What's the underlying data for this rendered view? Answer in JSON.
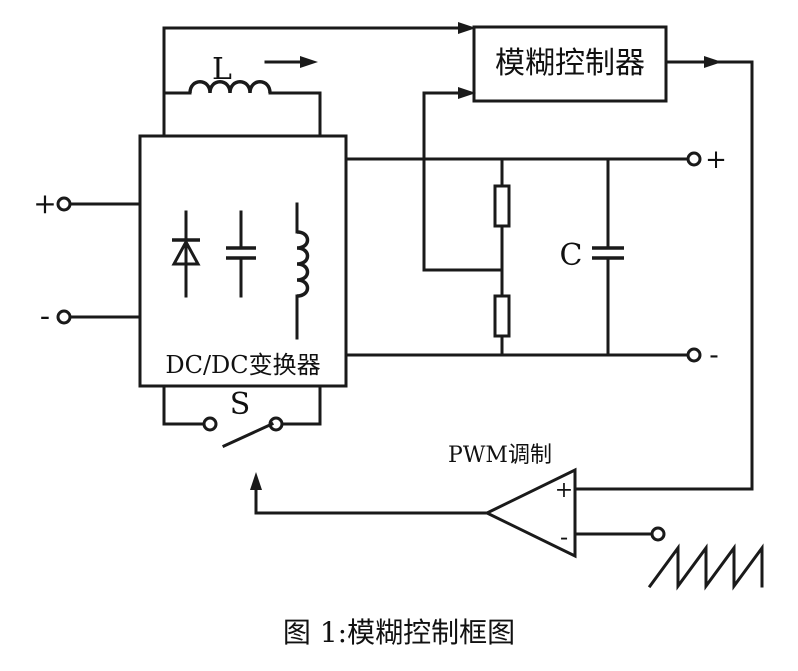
{
  "diagram": {
    "fuzzy_controller_label": "模糊控制器",
    "inductor_label": "L",
    "converter_label": "DC/DC变换器",
    "switch_label": "S",
    "capacitor_label": "C",
    "pwm_label": "PWM调制",
    "input_plus": "+",
    "input_minus": "-",
    "output_plus": "+",
    "output_minus": "-",
    "comparator_plus": "+",
    "comparator_minus": "-"
  },
  "caption": "图 1:模糊控制框图"
}
